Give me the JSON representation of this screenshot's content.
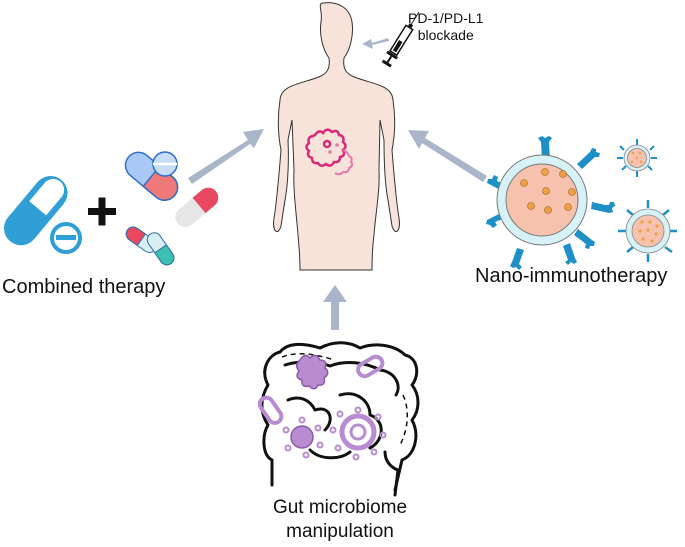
{
  "title": "Immunotherapy enhancement strategies",
  "center": {
    "name": "human-body",
    "tumor_color": "#d9277a"
  },
  "labels": {
    "pd": [
      "PD-1/PD-L1",
      "blockade"
    ],
    "combined": "Combined therapy",
    "nano": "Nano-immunotherapy",
    "gut": [
      "Gut microbiome",
      "manipulation"
    ]
  },
  "colors": {
    "arrow": "#a9b6c9",
    "skin": "#f7e3d9",
    "pill_blue": "#2f9fd6",
    "nano_shell": "#d6f2f7",
    "nano_core": "#f7c2ad",
    "nano_dot": "#f0a040",
    "antibody": "#1f8fc8",
    "microbe": "#b98bd0",
    "microbe_stroke": "#8a5aa5"
  }
}
